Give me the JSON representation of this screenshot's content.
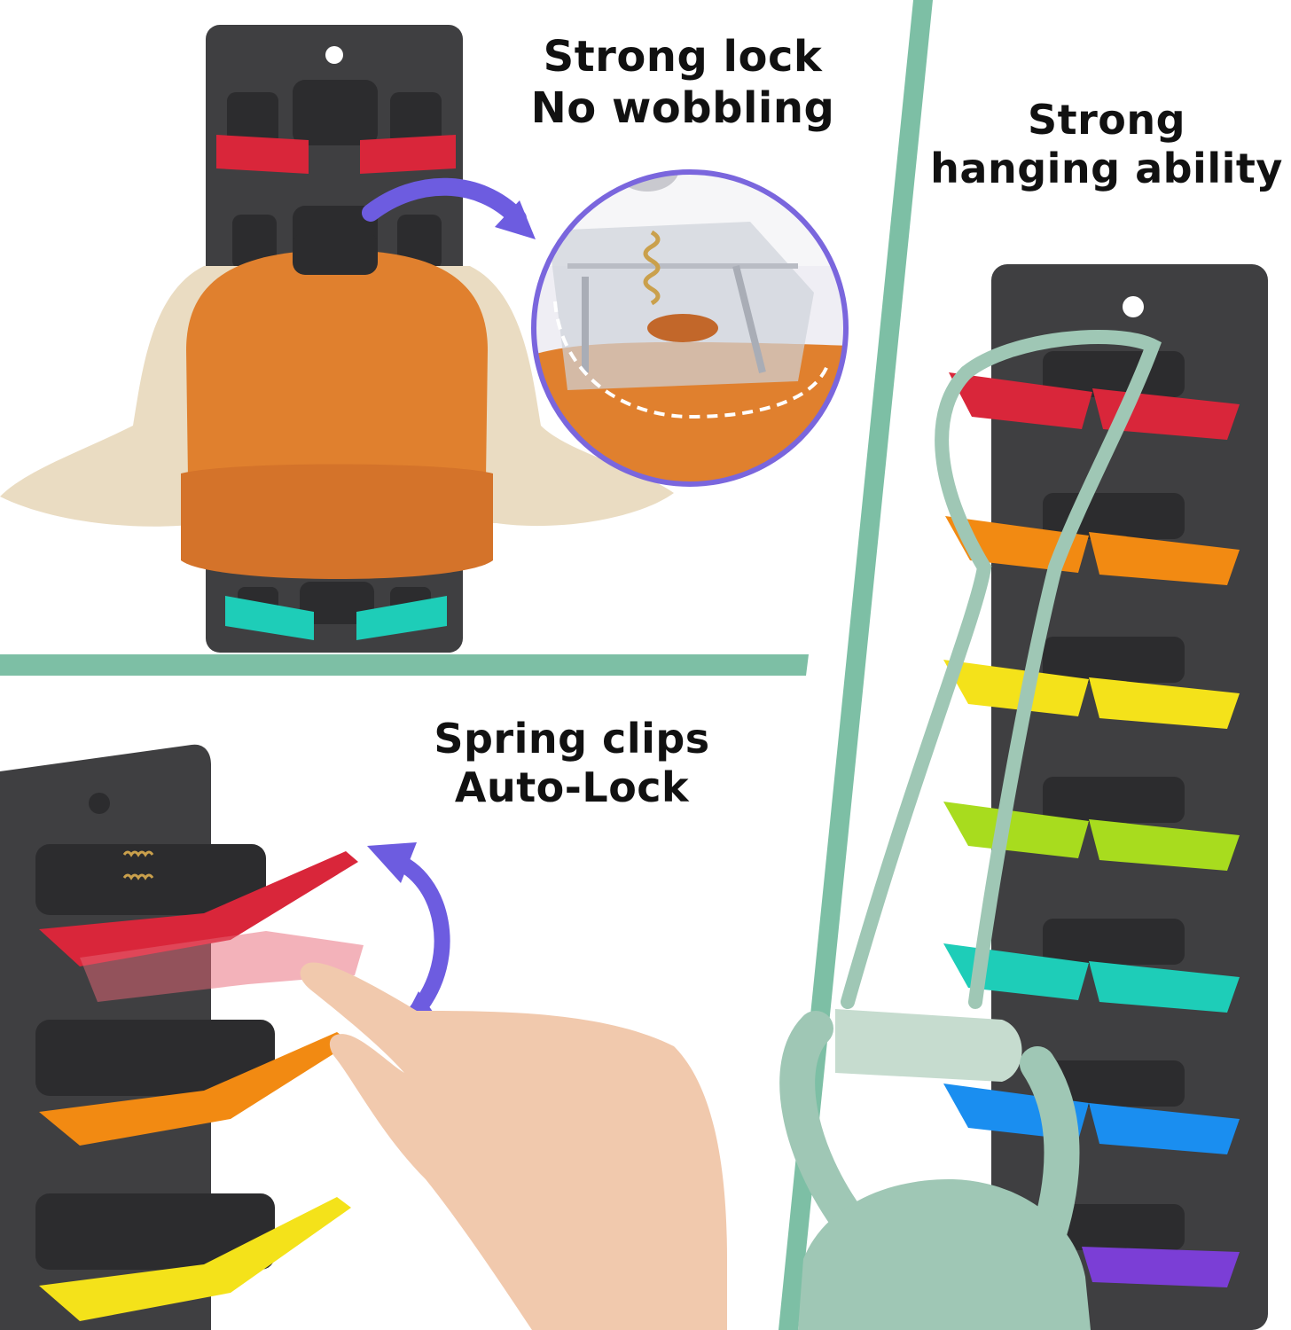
{
  "panels": {
    "top_left": {
      "caption": [
        "Strong lock",
        "No wobbling"
      ]
    },
    "right": {
      "caption": [
        "Strong",
        "hanging ability"
      ]
    },
    "bottom_left": {
      "caption": [
        "Spring clips",
        "Auto-Lock"
      ]
    }
  },
  "colors": {
    "divider": "#7dbfa5",
    "rack": "#3f3f41",
    "rack_edge": "#2c2c2e",
    "arrow": "#6d5ce0",
    "clip_red": "#d9263a",
    "clip_orange": "#f28a12",
    "clip_yellow": "#f4e21a",
    "clip_lime": "#a8dc1e",
    "clip_teal": "#1ecdb8",
    "clip_blue": "#1a8ef0",
    "clip_purple": "#7b3ed6",
    "cap_orange": "#e0802e",
    "bucket_hat": "#eadcc2",
    "kettlebell": "#9fc7b5"
  }
}
